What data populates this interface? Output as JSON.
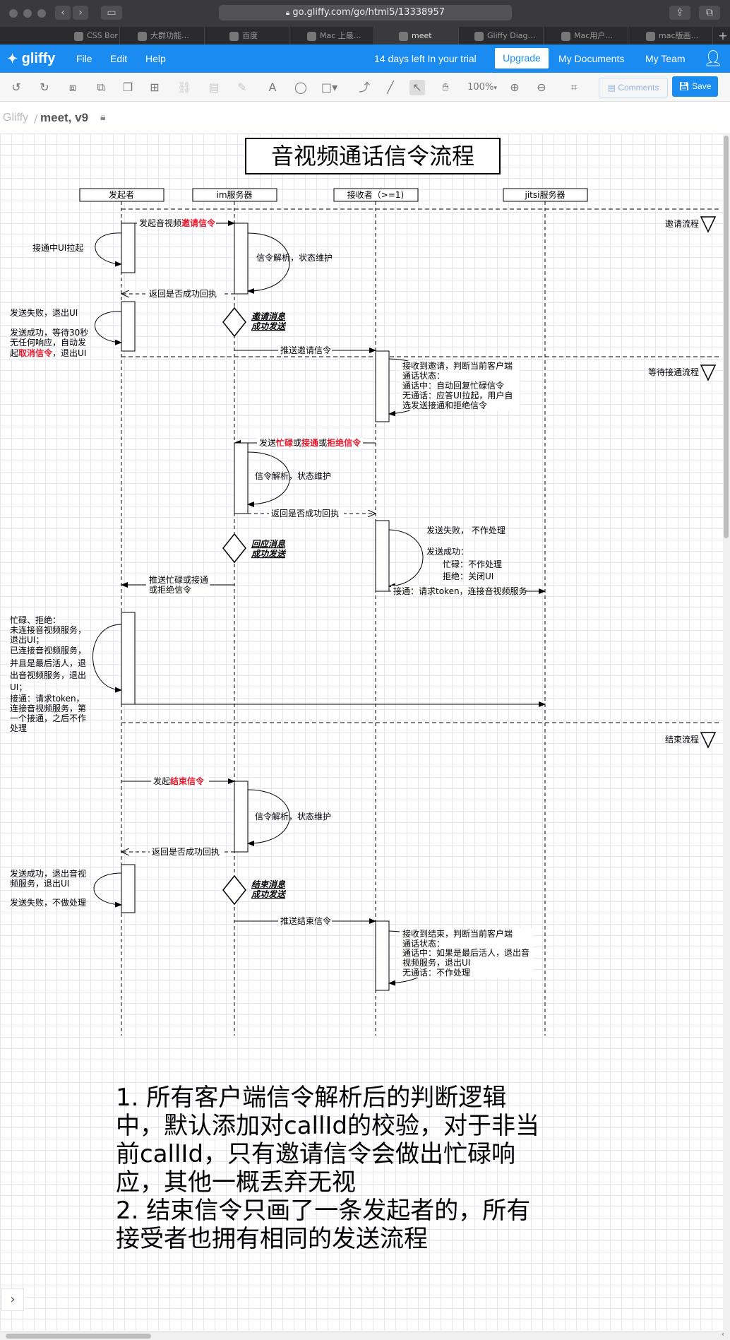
{
  "browser": {
    "url": "go.gliffy.com/go/html5/13338957",
    "tabs": [
      "CSS Bor",
      "大群功能…",
      "百度",
      "Mac 上最…",
      "meet",
      "Gliffy Diag…",
      "Mac用户…",
      "mac版画…"
    ]
  },
  "app": {
    "logo": "gliffy",
    "menu": [
      "File",
      "Edit",
      "Help"
    ],
    "trial_text": "14 days left In your trial",
    "upgrade_label": "Upgrade",
    "my_documents": "My Documents",
    "my_team": "My Team"
  },
  "toolbar": {
    "zoom": "100%",
    "comments_label": "Comments",
    "save_label": "Save"
  },
  "breadcrumb": {
    "root": "Gliffy",
    "separator": "/",
    "doc": "meet, v9"
  },
  "diagram": {
    "title": "音视频通话信令流程",
    "lanes": [
      "发起者",
      "im服务器",
      "接收者（>=1)",
      "jitsi服务器"
    ],
    "sections": [
      "邀请流程",
      "等待接通流程",
      "结束流程"
    ],
    "labels": {
      "send_invite_prefix": "发起音视频",
      "send_invite_red": "邀请信令",
      "ui_pull": "接通中UI拉起",
      "parse1": "信令解析，状态维护",
      "return1": "返回是否成功回执",
      "fail_exit": "发送失败，退出UI",
      "success_wait_1": "发送成功，等待30秒",
      "success_wait_2": "无任何响应，自动发",
      "success_wait_3a": "起",
      "success_wait_3red": "取消信令",
      "success_wait_3b": "，退出UI",
      "d1_1": "邀请消息",
      "d1_2": "成功发送",
      "push_invite": "推送邀请信令",
      "recv1": [
        "接收到邀请，判断当前客户端",
        "通话状态：",
        "通话中：自动回复忙碌信令",
        "无通话：应答UI拉起，用户自",
        "选发送接通和拒绝信令"
      ],
      "reply_prefix": "发送",
      "reply_busy": "忙碌",
      "reply_or1": "或",
      "reply_accept": "接通",
      "reply_or2": "或",
      "reply_reject": "拒绝信令",
      "parse2": "信令解析，状态维护",
      "return2": "返回是否成功回执",
      "d2_1": "回应消息",
      "d2_2": "成功发送",
      "recv_fail": "发送失败，  不作处理",
      "recv_succ": [
        "发送成功：",
        "忙碌：不作处理",
        "拒绝：关闭UI"
      ],
      "recv_accept": "接通：请求token，连接音视频服务",
      "push_reply_1": "推送忙碌或接通",
      "push_reply_2": "或拒绝信令",
      "caller_handle": [
        "忙碌、拒绝：",
        "未连接音视频服务，",
        "退出UI；",
        "已连接音视频服务，",
        "并且是最后活人，退",
        "出音视频服务，退出",
        "UI；",
        "接通：请求token，",
        "连接音视频服务，第",
        "一个接通，之后不作",
        "处理"
      ],
      "end_prefix": "发起",
      "end_red": "结束信令",
      "parse3": "信令解析，状态维护",
      "return3": "返回是否成功回执",
      "end_succ_1": "发送成功，退出音视",
      "end_succ_2": "频服务，退出UI",
      "end_fail": "发送失败，不做处理",
      "d3_1": "结束消息",
      "d3_2": "成功发送",
      "push_end": "推送结束信令",
      "recv_end": [
        "接收到结束，判断当前客户端",
        "通话状态：",
        "通话中：如果是最后活人，退出音",
        "视频服务，退出UI",
        "无通话：不作处理"
      ]
    },
    "notes": [
      "1. 所有客户端信令解析后的判断逻辑",
      "中，默认添加对callId的校验，对于非当",
      "前callId，只有邀请信令会做出忙碌响",
      "应，其他一概丢弃无视",
      "2. 结束信令只画了一条发起者的，所有",
      "接受者也拥有相同的发送流程"
    ]
  },
  "colors": {
    "brand": "#1a8bf0",
    "highlight": "#e8162b"
  }
}
